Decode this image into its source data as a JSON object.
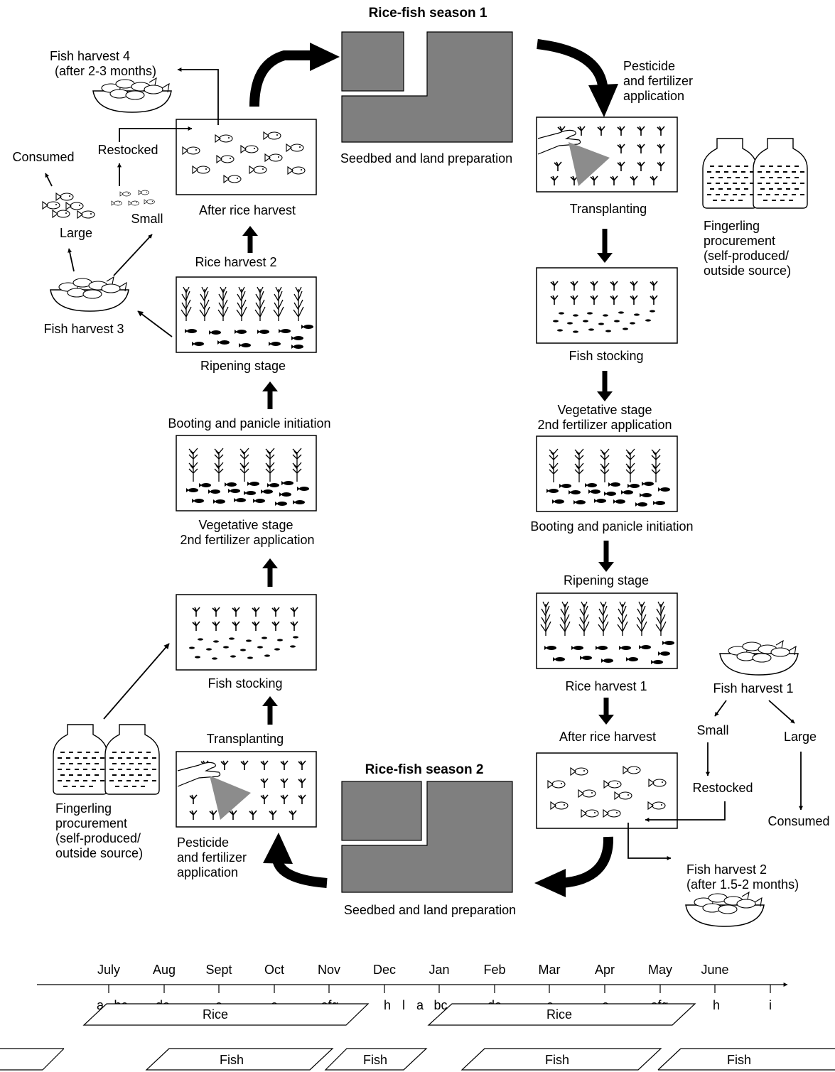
{
  "season1": {
    "title": "Rice-fish season 1",
    "seedbed": "Seedbed and land preparation",
    "pesticide": [
      "Pesticide",
      "and fertilizer",
      "application"
    ],
    "transplanting": "Transplanting",
    "fingerling": [
      "Fingerling",
      "procurement",
      "(self-produced/",
      "outside source)"
    ],
    "fish_stocking": "Fish stocking",
    "vegetative": [
      "Vegetative stage",
      "2nd fertilizer application"
    ],
    "booting": "Booting and panicle initiation",
    "ripening": "Ripening stage",
    "rice_harvest": "Rice harvest 1",
    "after_rice": "After rice harvest",
    "fish_harvest": "Fish harvest 1",
    "small": "Small",
    "large": "Large",
    "restocked": "Restocked",
    "consumed": "Consumed",
    "fish_harvest_later": [
      "Fish harvest 2",
      "(after 1.5-2 months)"
    ]
  },
  "season2": {
    "title": "Rice-fish season 2",
    "seedbed": "Seedbed and land preparation",
    "pesticide": [
      "Pesticide",
      "and fertilizer",
      "application"
    ],
    "transplanting": "Transplanting",
    "fingerling": [
      "Fingerling",
      "procurement",
      "(self-produced/",
      "outside source)"
    ],
    "fish_stocking": "Fish stocking",
    "vegetative": [
      "Vegetative stage",
      "2nd fertilizer application"
    ],
    "booting": "Booting and panicle initiation",
    "ripening": "Ripening stage",
    "rice_harvest": "Rice harvest 2",
    "after_rice": "After rice harvest",
    "fish_harvest": "Fish harvest 3",
    "small": "Small",
    "large": "Large",
    "restocked": "Restocked",
    "consumed": "Consumed",
    "fish_harvest_later": [
      "Fish harvest 4",
      "(after 2-3 months)"
    ]
  },
  "timeline": {
    "months": [
      "July",
      "Aug",
      "Sept",
      "Oct",
      "Nov",
      "Dec",
      "Jan",
      "Feb",
      "Mar",
      "Apr",
      "May",
      "June"
    ],
    "codes": [
      "a",
      "bc",
      "de",
      "e",
      "e",
      "efg",
      "h",
      "l",
      "a",
      "bc",
      "de",
      "e",
      "e",
      "efg",
      "h",
      "i"
    ],
    "rice_label": "Rice",
    "fish_label": "Fish"
  },
  "colors": {
    "land": "#7f7f7f",
    "pointer": "#8c8c8c",
    "ink": "#000000"
  }
}
